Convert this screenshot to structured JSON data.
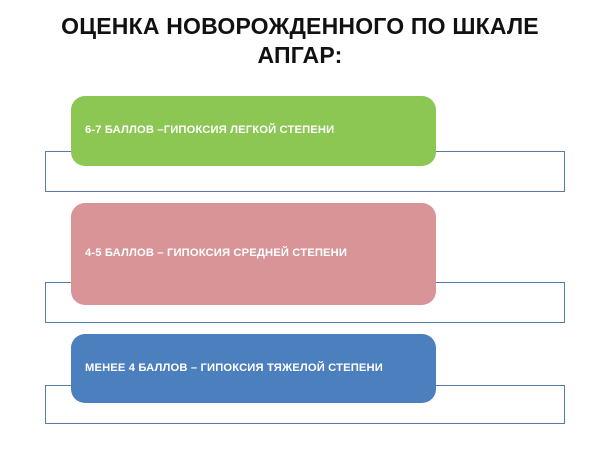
{
  "slide": {
    "title": "ОЦЕНКА НОВОРОЖДЕННОГО ПО ШКАЛЕ\nАПГАР:",
    "background_color": "#FFFFFF",
    "outline_color": "#587CA8"
  },
  "items": [
    {
      "id": "mild",
      "label": "6-7 БАЛЛОВ –ГИПОКСИЯ ЛЕГКОЙ СТЕПЕНИ",
      "color": "#8CC653",
      "text_color": "#FFFFFF"
    },
    {
      "id": "moderate",
      "label": "4-5 БАЛЛОВ – ГИПОКСИЯ СРЕДНЕЙ СТЕПЕНИ",
      "color": "#D89496",
      "text_color": "#FFFFFF"
    },
    {
      "id": "severe",
      "label": "МЕНЕЕ 4 БАЛЛОВ – ГИПОКСИЯ ТЯЖЕЛОЙ СТЕПЕНИ",
      "color": "#4C7FBD",
      "text_color": "#FFFFFF"
    }
  ]
}
